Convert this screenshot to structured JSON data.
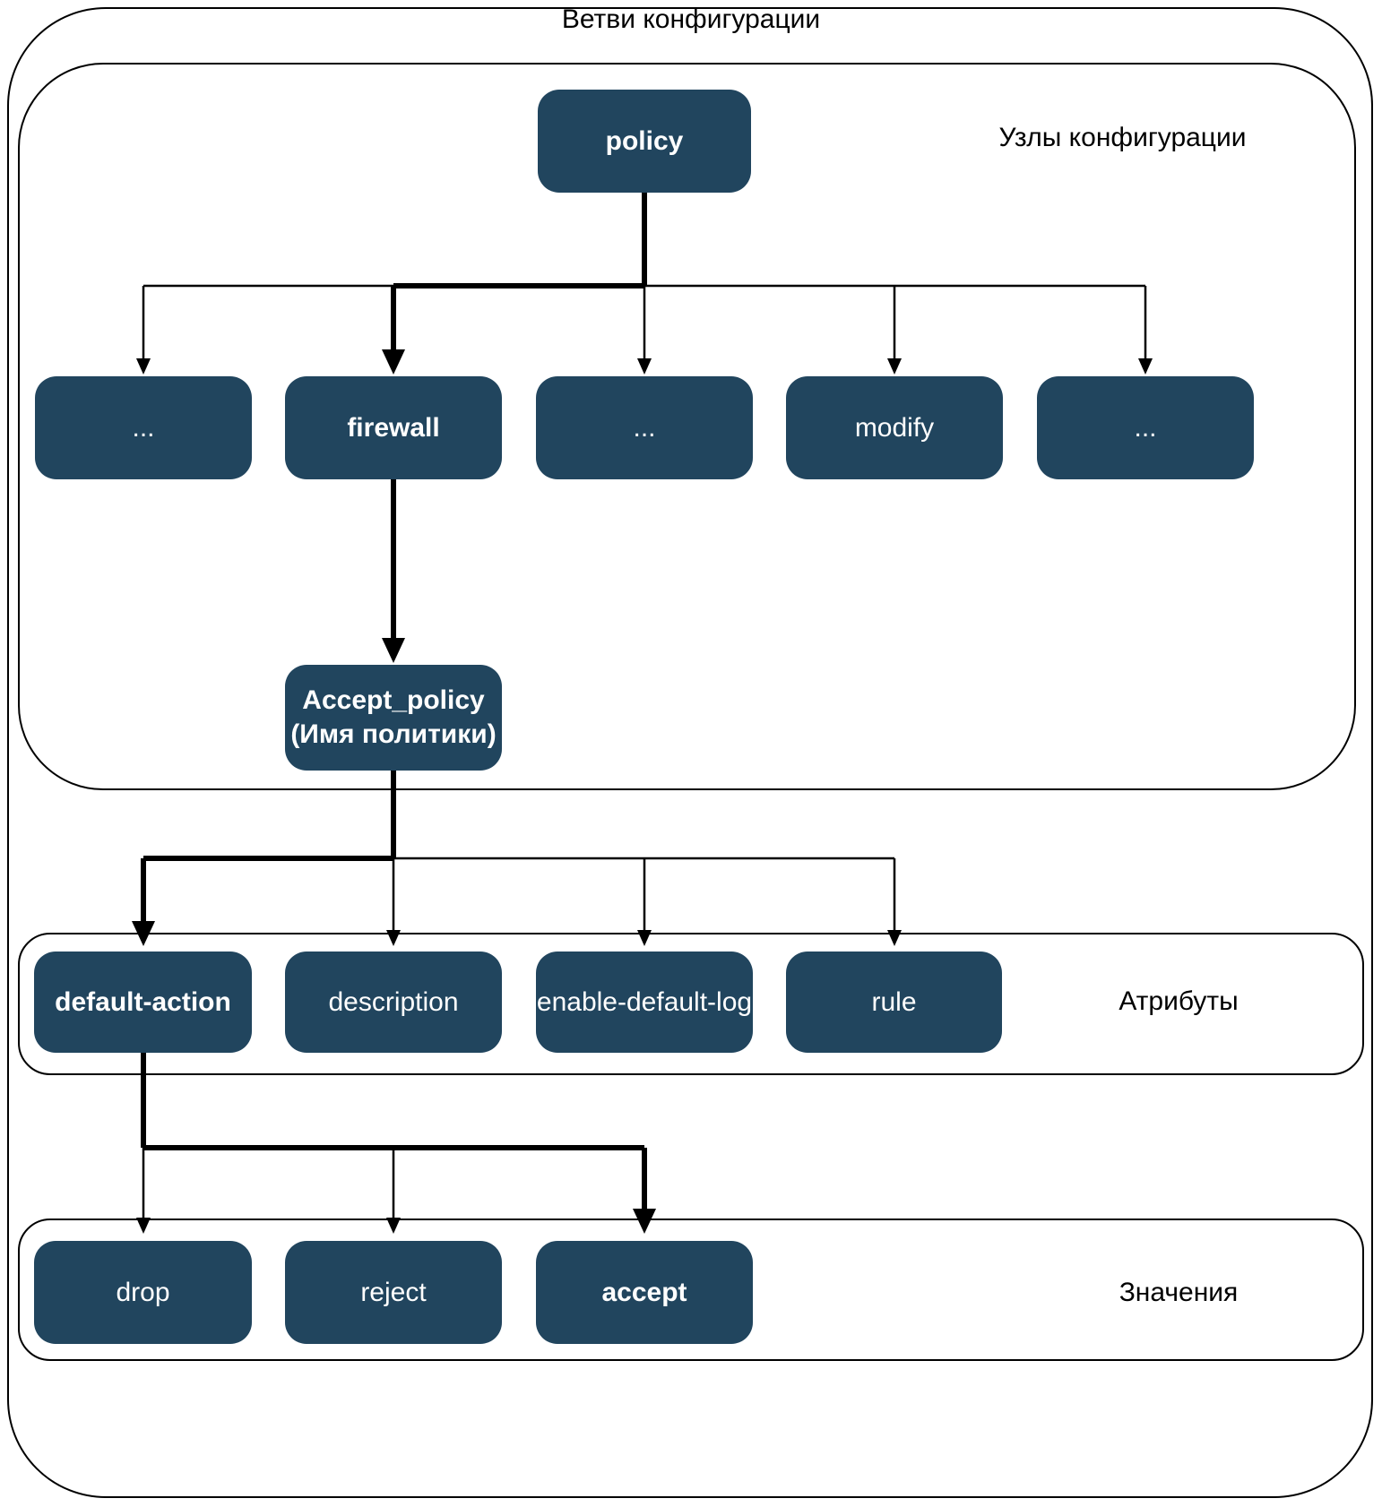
{
  "title": "Ветви конфигурации",
  "groups": {
    "nodes_label": "Узлы конфигурации",
    "attributes_label": "Атрибуты",
    "values_label": "Значения"
  },
  "nodes": {
    "policy": "policy",
    "row2": [
      "...",
      "firewall",
      "...",
      "modify",
      "..."
    ],
    "accept_policy": {
      "line1": "Accept_policy",
      "line2": "(Имя политики)"
    },
    "attributes": [
      "default-action",
      "description",
      "enable-default-log",
      "rule"
    ],
    "values": [
      "drop",
      "reject",
      "accept"
    ]
  },
  "colors": {
    "node_fill": "#21455E",
    "node_text": "#FFFFFF",
    "line": "#000000",
    "background": "#FFFFFF"
  }
}
